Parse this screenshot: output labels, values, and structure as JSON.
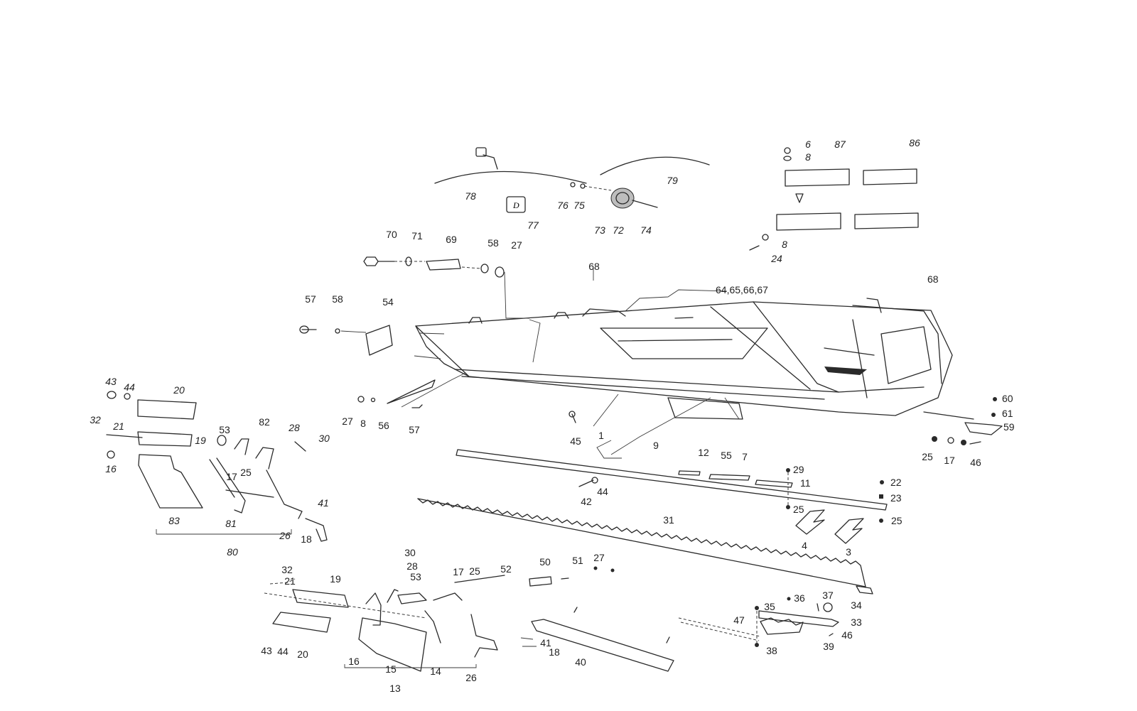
{
  "labels": {
    "l78": "78",
    "l79": "79",
    "l77": "77",
    "l76": "76",
    "l75": "75",
    "l73": "73",
    "l72": "72",
    "l74": "74",
    "l6": "6",
    "l8a": "8",
    "l87": "87",
    "l86": "86",
    "l8b": "8",
    "l24": "24",
    "l70": "70",
    "l71": "71",
    "l69": "69",
    "l58a": "58",
    "l27a": "27",
    "l68a": "68",
    "l646567": "64,65,66,67",
    "l68b": "68",
    "l57a": "57",
    "l58b": "58",
    "l54": "54",
    "l27b": "27",
    "l8c": "8",
    "l56": "56",
    "l57b": "57",
    "l45": "45",
    "l1": "1",
    "l43a": "43",
    "l44a": "44",
    "l20a": "20",
    "l32a": "32",
    "l21a": "21",
    "l19a": "19",
    "l16a": "16",
    "l53a": "53",
    "l82": "82",
    "l28a": "28",
    "l30a": "30",
    "l17a": "17",
    "l25a": "25",
    "l83": "83",
    "l81": "81",
    "l26a": "26",
    "l41a": "41",
    "l18a": "18",
    "l80": "80",
    "l9": "9",
    "l12": "12",
    "l55": "55",
    "l7": "7",
    "l29": "29",
    "l11": "11",
    "l44b": "44",
    "l42": "42",
    "l25b": "25",
    "l22": "22",
    "l23": "23",
    "l25c": "25",
    "l4": "4",
    "l3": "3",
    "l60": "60",
    "l61": "61",
    "l59": "59",
    "l25d": "25",
    "l17b": "17",
    "l46a": "46",
    "l31": "31",
    "l30b": "30",
    "l28b": "28",
    "l53b": "53",
    "l17c": "17",
    "l25e": "25",
    "l52": "52",
    "l50": "50",
    "l51": "51",
    "l27c": "27",
    "l32b": "32",
    "l21b": "21",
    "l19b": "19",
    "l43b": "43",
    "l44c": "44",
    "l20b": "20",
    "l16b": "16",
    "l15": "15",
    "l14": "14",
    "l26b": "26",
    "l13": "13",
    "l41b": "41",
    "l18b": "18",
    "l40": "40",
    "l36": "36",
    "l37": "37",
    "l34": "34",
    "l35": "35",
    "l47": "47",
    "l33": "33",
    "l46b": "46",
    "l38": "38",
    "l39": "39"
  }
}
